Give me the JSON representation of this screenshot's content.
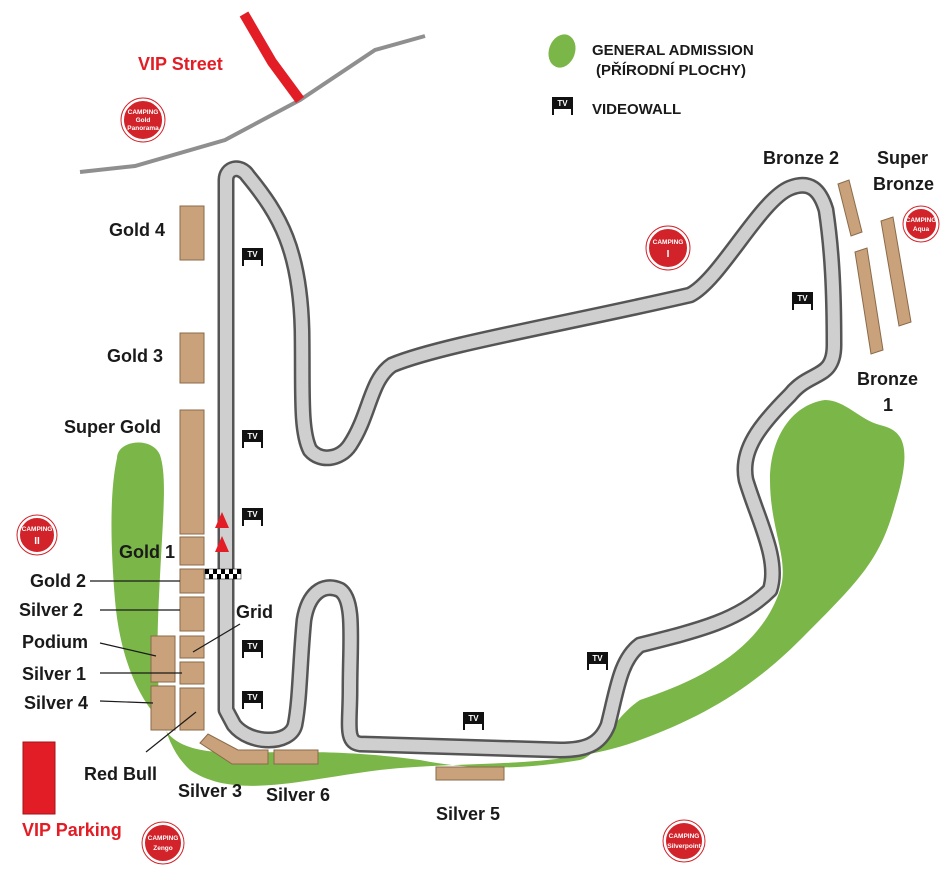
{
  "legend": {
    "general_admission": "GENERAL ADMISSION",
    "general_admission_sub": "(PŘÍRODNÍ PLOCHY)",
    "videowall": "VIDEOWALL",
    "general_admission_color": "#7ab648",
    "tv_label": "TV"
  },
  "labels": {
    "vip_street": "VIP Street",
    "vip_parking": "VIP Parking",
    "gold4": "Gold 4",
    "gold3": "Gold 3",
    "super_gold": "Super Gold",
    "gold1": "Gold 1",
    "gold2": "Gold 2",
    "silver2": "Silver 2",
    "podium": "Podium",
    "silver1": "Silver 1",
    "silver4": "Silver 4",
    "red_bull": "Red Bull",
    "grid": "Grid",
    "silver3": "Silver 3",
    "silver6": "Silver 6",
    "silver5": "Silver 5",
    "bronze2": "Bronze 2",
    "super_bronze_1": "Super",
    "super_bronze_2": "Bronze",
    "bronze1_1": "Bronze",
    "bronze1_2": "1"
  },
  "camping": {
    "word": "CAMPING",
    "gold_panorama_1": "Gold",
    "gold_panorama_2": "Panorama",
    "aqua": "Aqua",
    "one": "I",
    "two": "II",
    "zengo": "Zengo",
    "silverpoint": "Silverpoint"
  },
  "colors": {
    "track": "#c8c8c8",
    "grass": "#7ab648",
    "stand": "#c9a27b",
    "red": "#e31d25",
    "camping": "#d2232a"
  }
}
